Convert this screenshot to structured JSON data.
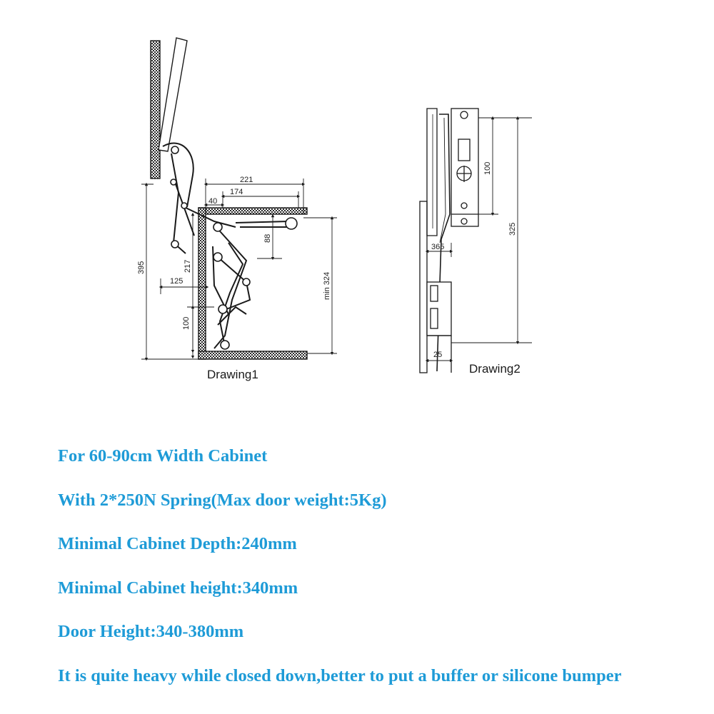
{
  "drawing1": {
    "caption": "Drawing1",
    "dims": {
      "d221": "221",
      "d174": "174",
      "d40": "40",
      "d88": "88",
      "d395": "395",
      "d217": "217",
      "d125": "125",
      "d100": "100",
      "dmin324": "min 324"
    }
  },
  "drawing2": {
    "caption": "Drawing2",
    "dims": {
      "d100": "100",
      "d325": "325",
      "d365": "365",
      "d25": "25"
    }
  },
  "specs": [
    "For 60-90cm Width Cabinet",
    "With 2*250N Spring(Max door weight:5Kg)",
    "Minimal Cabinet Depth:240mm",
    "Minimal Cabinet height:340mm",
    "Door Height:340-380mm",
    "It is quite heavy while closed down,better to put a buffer or silicone bumper"
  ],
  "colors": {
    "spec_text": "#1e9bd7",
    "line": "#1a1a1a"
  }
}
